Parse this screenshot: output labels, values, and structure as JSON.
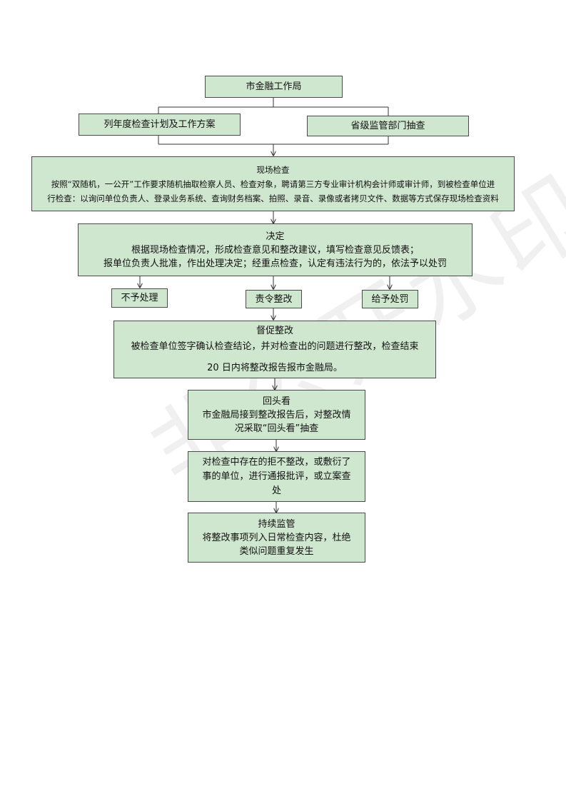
{
  "watermark": "非公开水印",
  "nodes": {
    "bureau": {
      "text": "市金融工作局"
    },
    "annual_plan": {
      "text": "列年度检查计划及工作方案"
    },
    "provincial": {
      "text": "省级监管部门抽查"
    },
    "onsite": {
      "title": "现场检查",
      "line1": "按照“双随机，一公开”工作要求随机抽取检察人员、检查对象，聘请第三方专业审计机构会计师或审计师，到被检查单位进",
      "line2": "行检查：以询问单位负责人、登录业务系统、查询财务档案、拍照、录音、录像或者拷贝文件、数据等方式保存现场检查资料"
    },
    "decision": {
      "title": "决定",
      "line1": "根据现场检查情况，形成检查意见和整改建议，填写检查意见反馈表；",
      "line2": "报单位负责人批准，作出处理决定；经重点检查，认定有违法行为的，依法予以处罚"
    },
    "no_action": {
      "text": "不予处理"
    },
    "rectify": {
      "text": "责令整改"
    },
    "penalty": {
      "text": "给予处罚"
    },
    "supervise": {
      "title": "督促整改",
      "line1": "被检查单位签字确认检查结论，并对检查出的问题进行整改，检查结束",
      "line2": "20 日内将整改报告报市金融局。"
    },
    "lookback": {
      "title": "回头看",
      "line1": "市金融局接到整改报告后，对整改情",
      "line2": "况采取“回头看”抽查"
    },
    "report": {
      "line1": "对检查中存在的拒不整改，或敷衍了",
      "line2": "事的单位，进行通报批评，或立案查",
      "line3": "处"
    },
    "continuous": {
      "title": "持续监管",
      "line1": "将整改事项列入日常检查内容，杜绝",
      "line2": "类似问题重复发生"
    }
  },
  "colors": {
    "box_fill": "#cfe6cf",
    "border": "#4a4a4a",
    "line": "#333333"
  }
}
